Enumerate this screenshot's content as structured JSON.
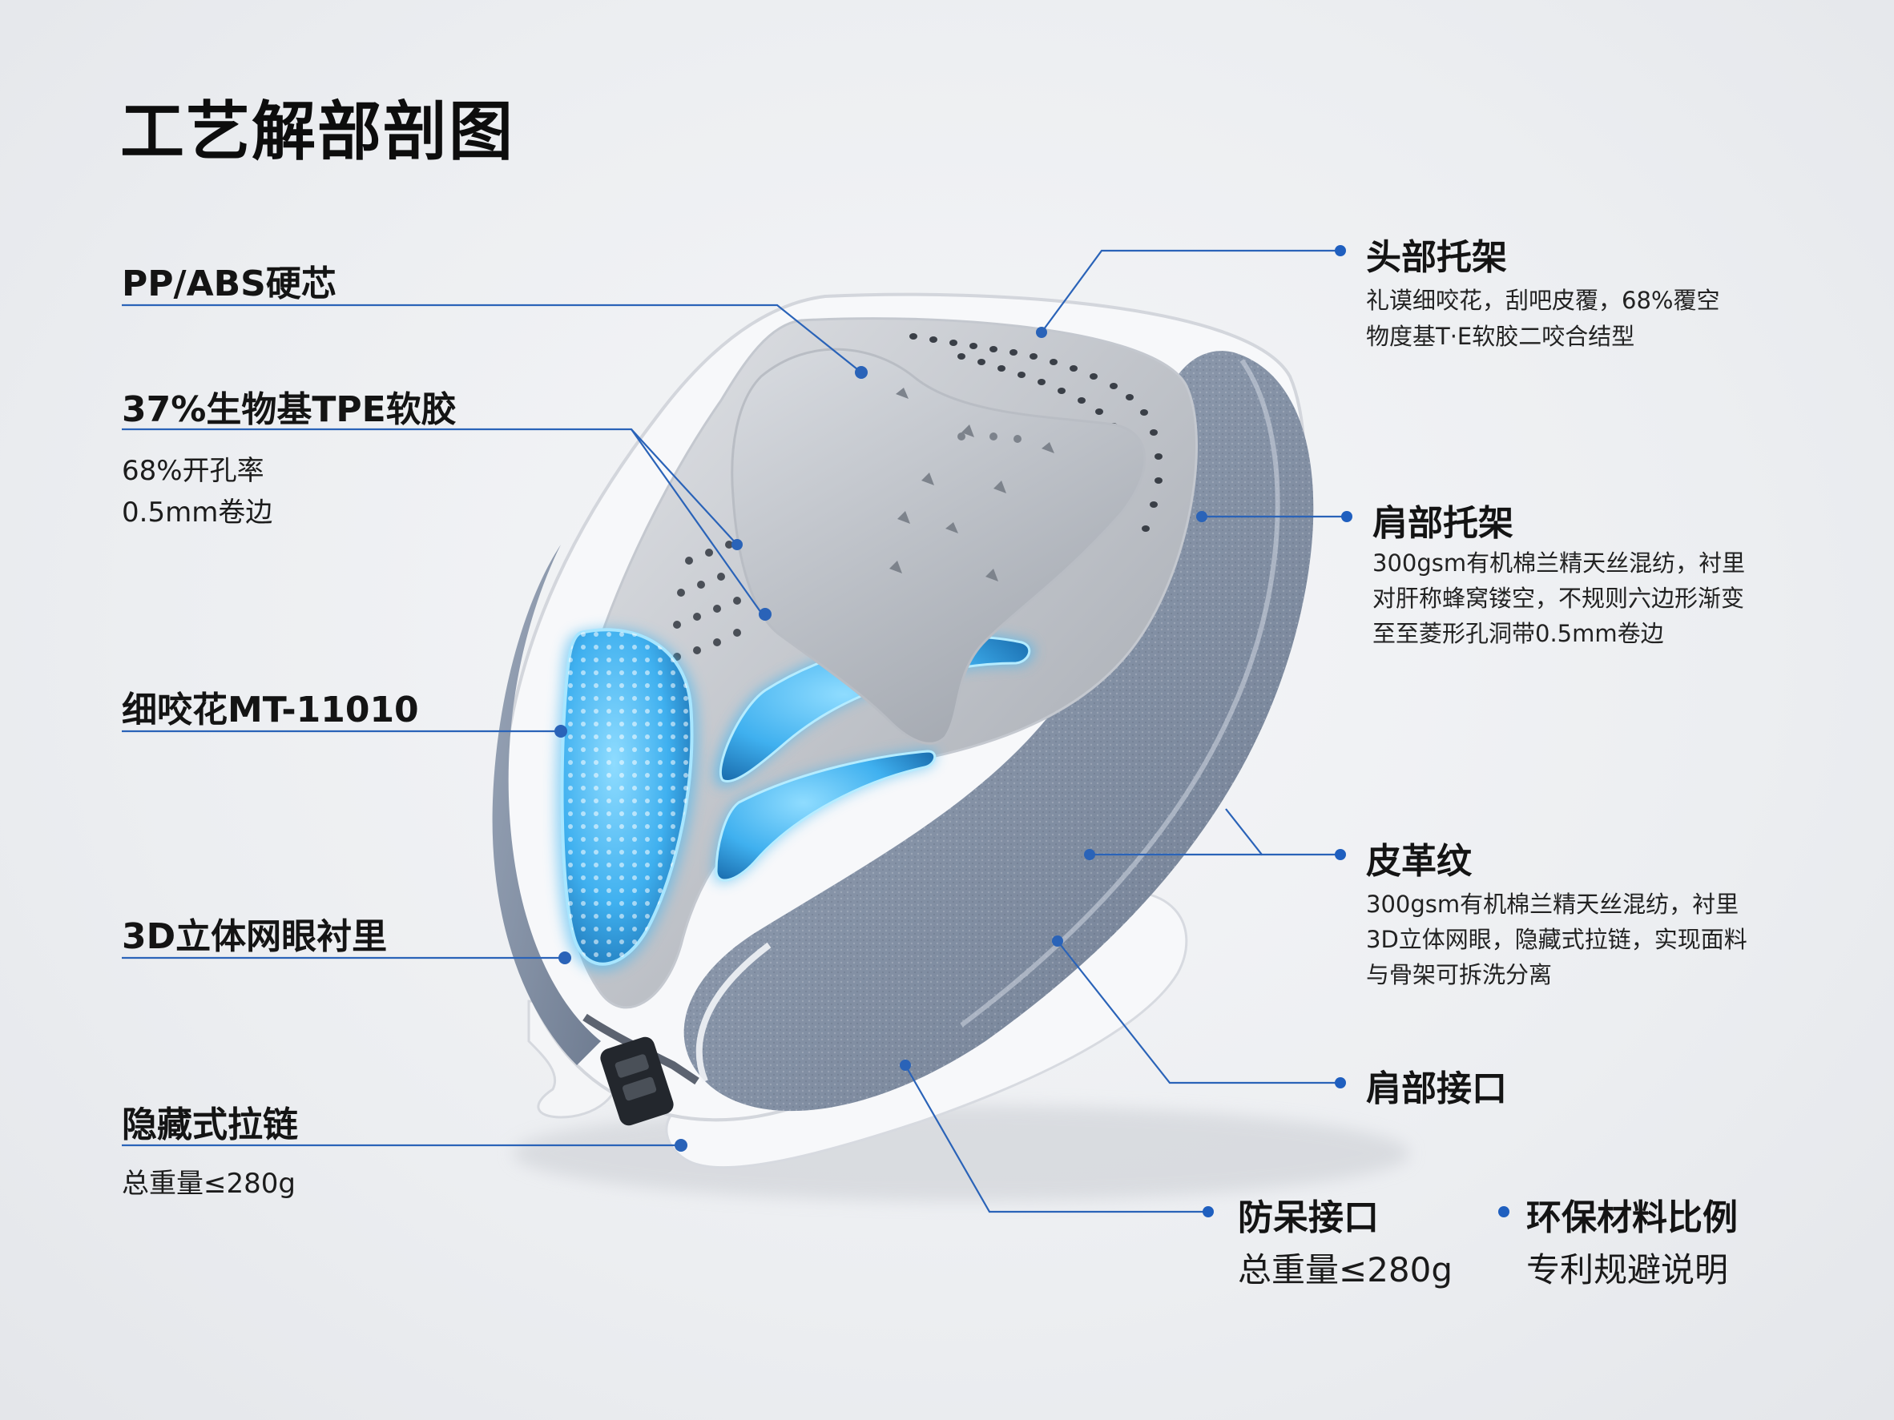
{
  "title": "工艺解部剖图",
  "accent_color": "#1f5fbf",
  "glow_color": "#3fb6f2",
  "left_callouts": [
    {
      "label": "PP/ABS硬芯"
    },
    {
      "label": "37%生物基TPE软胶",
      "lines": [
        "68%开孔率",
        "0.5mm卷边"
      ]
    },
    {
      "label": "细咬花MT-11010"
    },
    {
      "label": "3D立体网眼衬里"
    },
    {
      "label": "隐藏式拉链",
      "lines": [
        "总重量≤280g"
      ]
    }
  ],
  "right_callouts": [
    {
      "label": "头部托架",
      "lines": [
        "礼谟细咬花，刮吧皮覆，68%覆空",
        "物度基T·E软胶二咬合结型"
      ]
    },
    {
      "label": "肩部托架",
      "lines": [
        "300gsm有机棉兰精天丝混纺，衬里",
        "对肝称蜂窝镂空，不规则六边形渐变",
        "至至菱形孔洞带0.5mm卷边"
      ]
    },
    {
      "label": "皮革纹",
      "lines": [
        "300gsm有机棉兰精天丝混纺，衬里",
        "3D立体网眼，隐藏式拉链，实现面料",
        "与骨架可拆洗分离"
      ]
    },
    {
      "label": "肩部接口"
    }
  ],
  "bottom_callouts": [
    {
      "label": "防呆接口",
      "lines": [
        "总重量≤280g"
      ]
    },
    {
      "label": "环保材料比例",
      "lines": [
        "专利规避说明"
      ]
    }
  ]
}
